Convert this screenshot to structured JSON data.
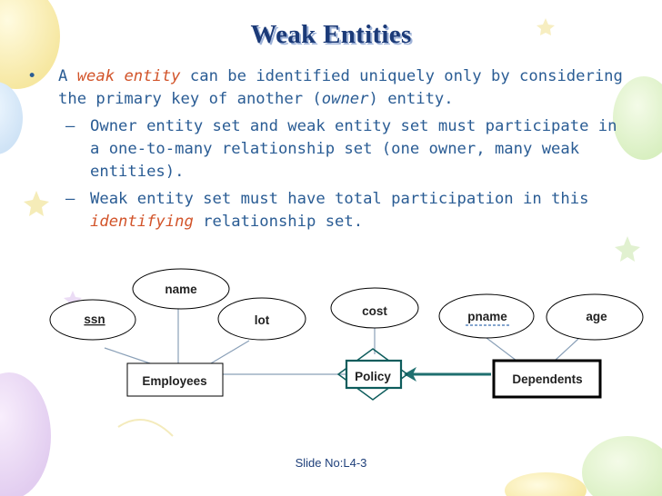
{
  "title": "Weak Entities",
  "bullet1": {
    "prefix": "A ",
    "emph": "weak entity",
    "text_line1": " can be identified uniquely only by considering",
    "text_line2a": "the primary key of another (",
    "owner": "owner",
    "text_line2b": ") entity."
  },
  "sub1": {
    "l1": "Owner entity set and weak entity set must participate in",
    "l2": "a one-to-many relationship set (one owner, many weak",
    "l3": "entities)."
  },
  "sub2": {
    "l1": "Weak entity set must have total participation in this",
    "emph": "identifying",
    "l2": " relationship set."
  },
  "diagram": {
    "attributes": {
      "ssn": "ssn",
      "name": "name",
      "lot": "lot",
      "cost": "cost",
      "pname": "pname",
      "age": "age"
    },
    "entities": {
      "employees": "Employees",
      "dependents": "Dependents"
    },
    "relationship": "Policy"
  },
  "footer": "Slide No:L4-3",
  "colors": {
    "title": "#1b3a78",
    "body": "#2a5c94",
    "highlight": "#d2542a",
    "relationship_border": "#0d5c5c"
  }
}
